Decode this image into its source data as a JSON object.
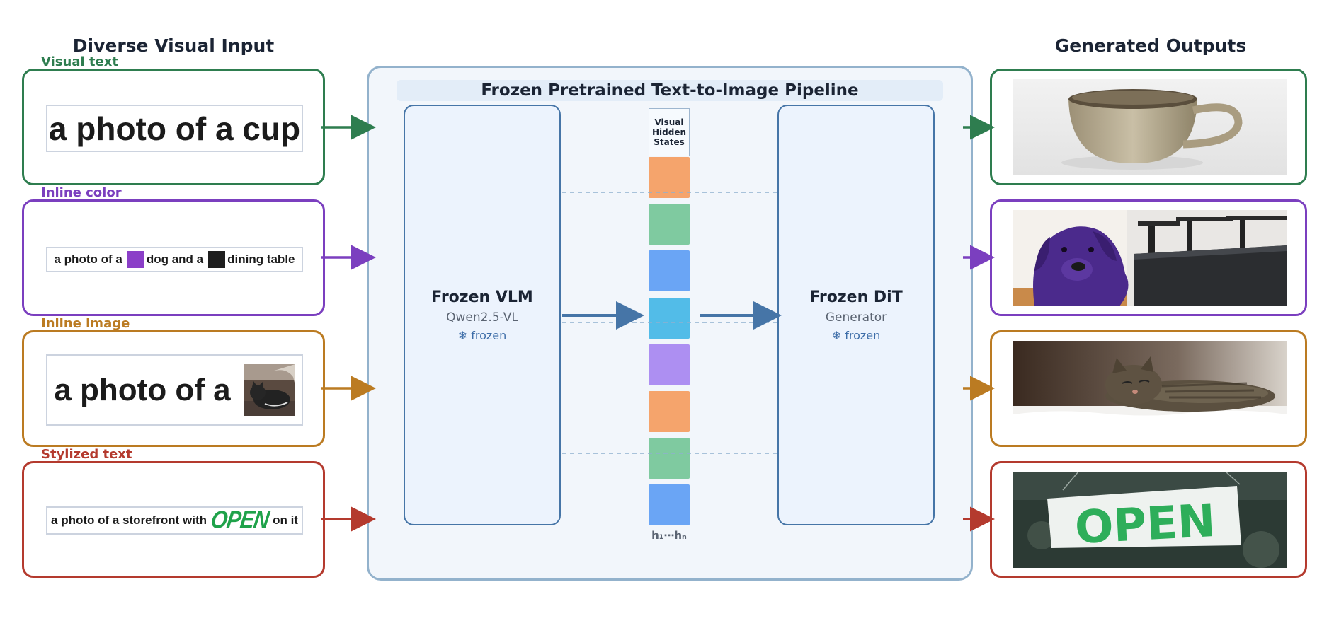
{
  "headings": {
    "input": "Diverse Visual Input",
    "output": "Generated Outputs"
  },
  "colors": {
    "visual_text": "#2e7d4f",
    "inline_color": "#7b3fbf",
    "inline_image": "#bb7b22",
    "stylized_text": "#b43a2e",
    "pipeline_blue": "#4675a7",
    "swatch_purple": "#8b3fc8",
    "swatch_black": "#1e1e1e",
    "open_green": "#1fa24a"
  },
  "inputs": [
    {
      "label": "Visual text",
      "prompt": "a photo of a cup"
    },
    {
      "label": "Inline color",
      "prompt_a": "a photo of a",
      "prompt_b": "dog and a",
      "prompt_c": "dining table"
    },
    {
      "label": "Inline image",
      "prompt": "a photo of a",
      "image_icon": "cat-thumbnail-icon"
    },
    {
      "label": "Stylized text",
      "prompt_a": "a photo of a storefront with",
      "styled_word": "OPEN",
      "prompt_b": "on it"
    }
  ],
  "pipeline": {
    "title": "Frozen Pretrained Text-to-Image Pipeline",
    "vlm": {
      "title": "Frozen VLM",
      "subtitle": "Qwen2.5-VL",
      "frozen": "❄  frozen"
    },
    "dit": {
      "title": "Frozen DiT",
      "subtitle": "Generator",
      "frozen": "❄  frozen"
    },
    "hidden_states_label": "Visual Hidden States",
    "hidden_states_lines": [
      "Visual",
      "Hidden",
      "States"
    ],
    "token_range": "h₁⋯hₙ",
    "tokens": [
      "#f5a46c",
      "#7fcaa0",
      "#6aa5f5",
      "#52bce8",
      "#ad8ff2",
      "#f5a46c",
      "#7fcaa0",
      "#6aa5f5"
    ]
  },
  "outputs": [
    {
      "name": "output-cup",
      "icon": "cup-image-icon"
    },
    {
      "name": "output-purple-dog",
      "icon": "purple-dog-image-icon"
    },
    {
      "name": "output-cat",
      "icon": "cat-image-icon"
    },
    {
      "name": "output-open-sign",
      "icon": "open-sign-image-icon",
      "sign_text": "OPEN"
    }
  ]
}
